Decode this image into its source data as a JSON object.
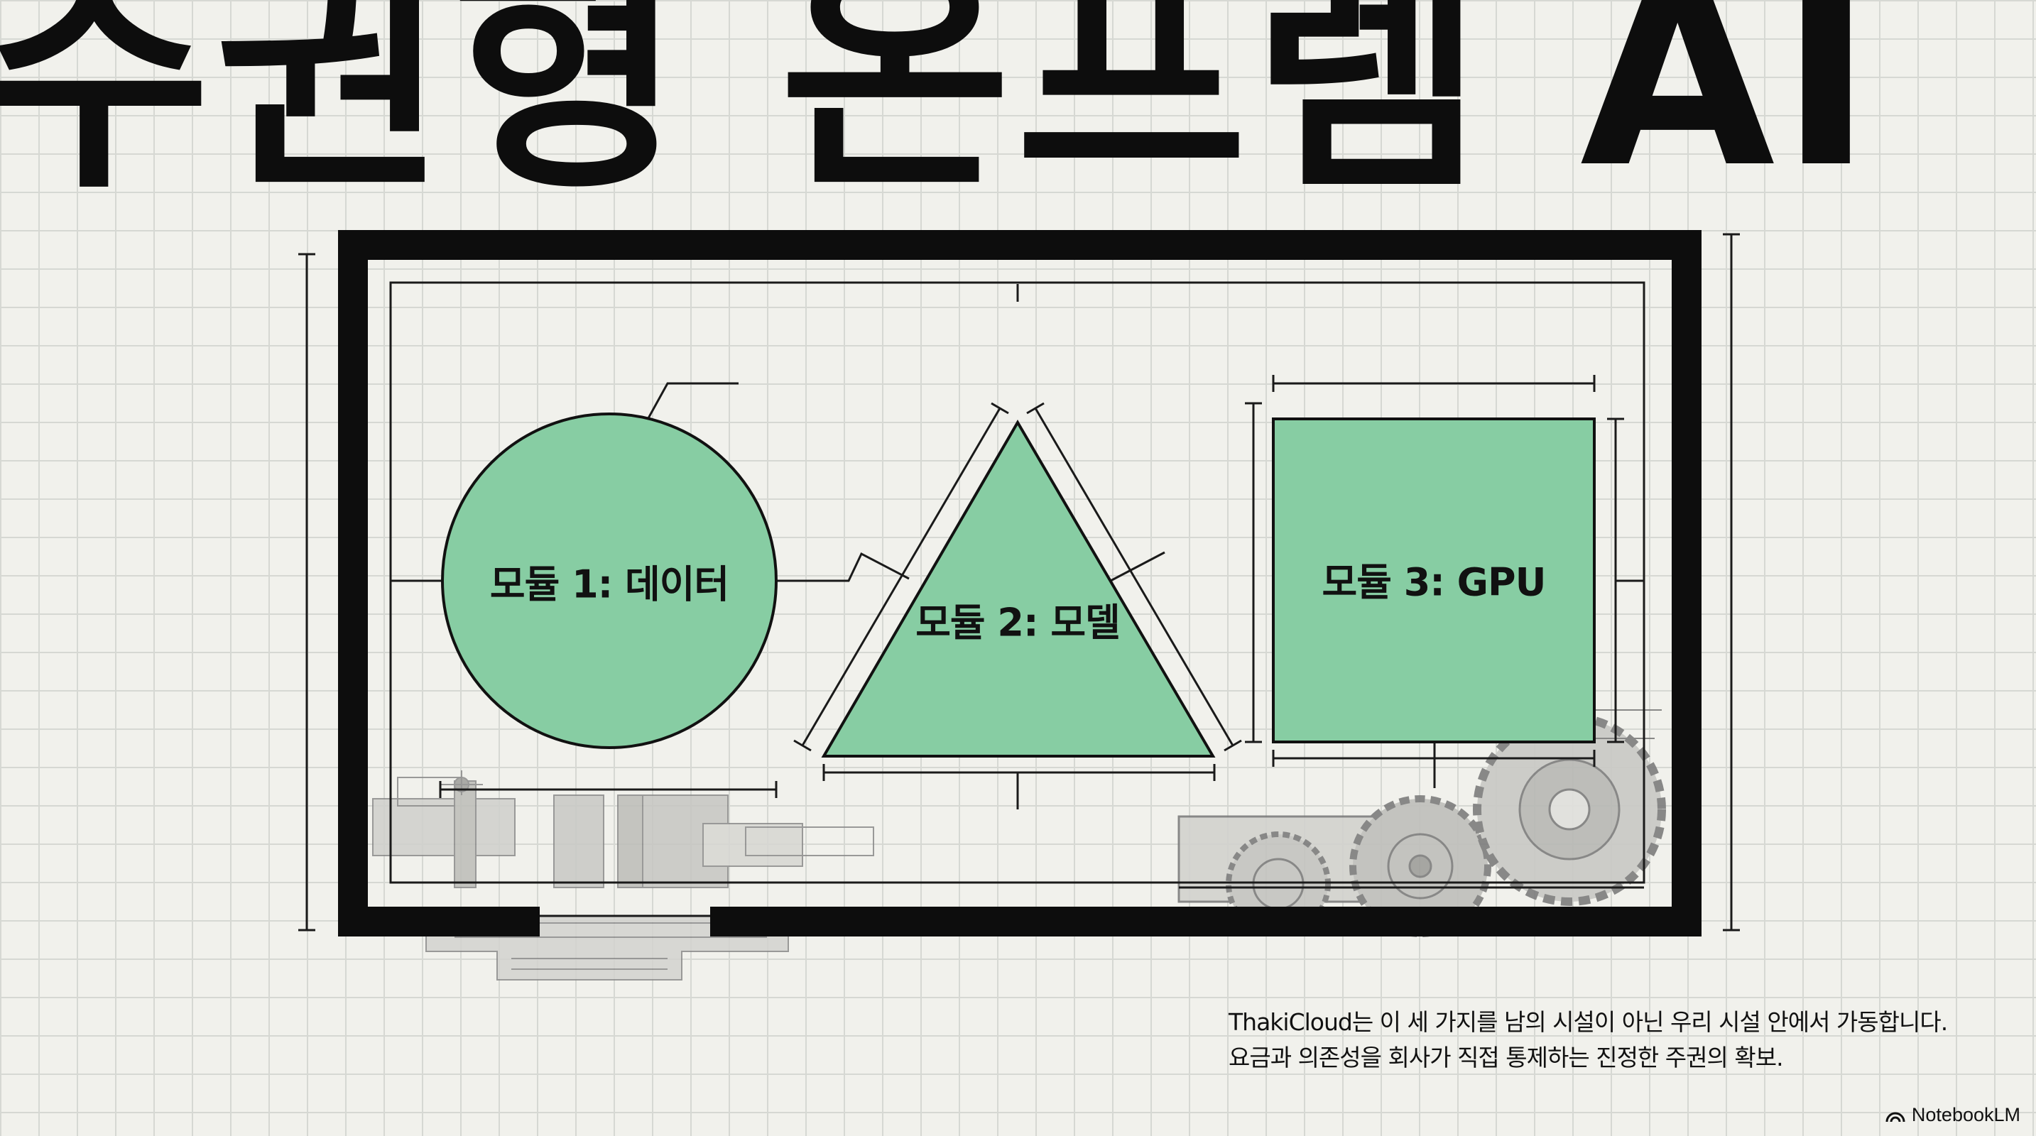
{
  "title": "주권형 온프렘 AI",
  "modules": [
    {
      "id": "data",
      "label": "모듈 1: 데이터",
      "shape": "circle",
      "color": "#87cda3"
    },
    {
      "id": "model",
      "label": "모듈 2: 모델",
      "shape": "triangle",
      "color": "#87cda3"
    },
    {
      "id": "gpu",
      "label": "모듈 3: GPU",
      "shape": "square",
      "color": "#87cda3"
    }
  ],
  "caption": {
    "line1": "ThakiCloud는 이 세 가지를 남의 시설이 아닌 우리 시설 안에서 가동합니다.",
    "line2": "요금과 의존성을 회사가 직접 통제하는 진정한 주권의 확보."
  },
  "brand": {
    "label": "NotebookLM",
    "icon": "notebooklm-logo-icon"
  },
  "colors": {
    "accent": "#87cda3",
    "ink": "#0d0d0d",
    "background": "#f1f1ec",
    "grid": "#d6d8d3"
  }
}
